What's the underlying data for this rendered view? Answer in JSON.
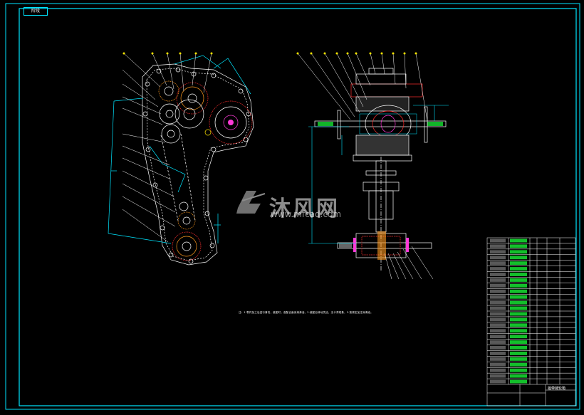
{
  "corner_tag": "阶段",
  "watermark": {
    "text": "沐风网",
    "url": "www.mfcad.com"
  },
  "tech_note": "注：1.零件加工后进行清洗，装配时，各配合面涂润滑油，2.装配后转动灵活，无卡滞现象，3.按规定加注润滑油。",
  "title_block": {
    "drawing_title": "履带链轮箱"
  },
  "colors": {
    "frame": "#00e5ff",
    "gear_red": "#ff3030",
    "gear_orange": "#ff9a1f",
    "part_white": "#ffffff",
    "magenta": "#ff3ad8",
    "green_fill": "#19ff3a",
    "yellow": "#ffe600"
  }
}
